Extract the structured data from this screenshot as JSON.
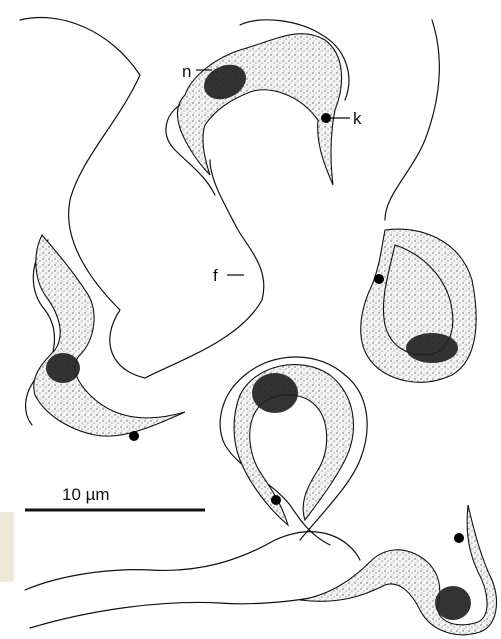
{
  "labels": {
    "nucleus": "n",
    "kinetoplast": "k",
    "flagellum": "f"
  },
  "scale_bar": {
    "label": "10 µm"
  },
  "colors": {
    "ink": "#111111",
    "stipple_background": "#f4f4f4",
    "side_tab": "#efe9d9"
  }
}
